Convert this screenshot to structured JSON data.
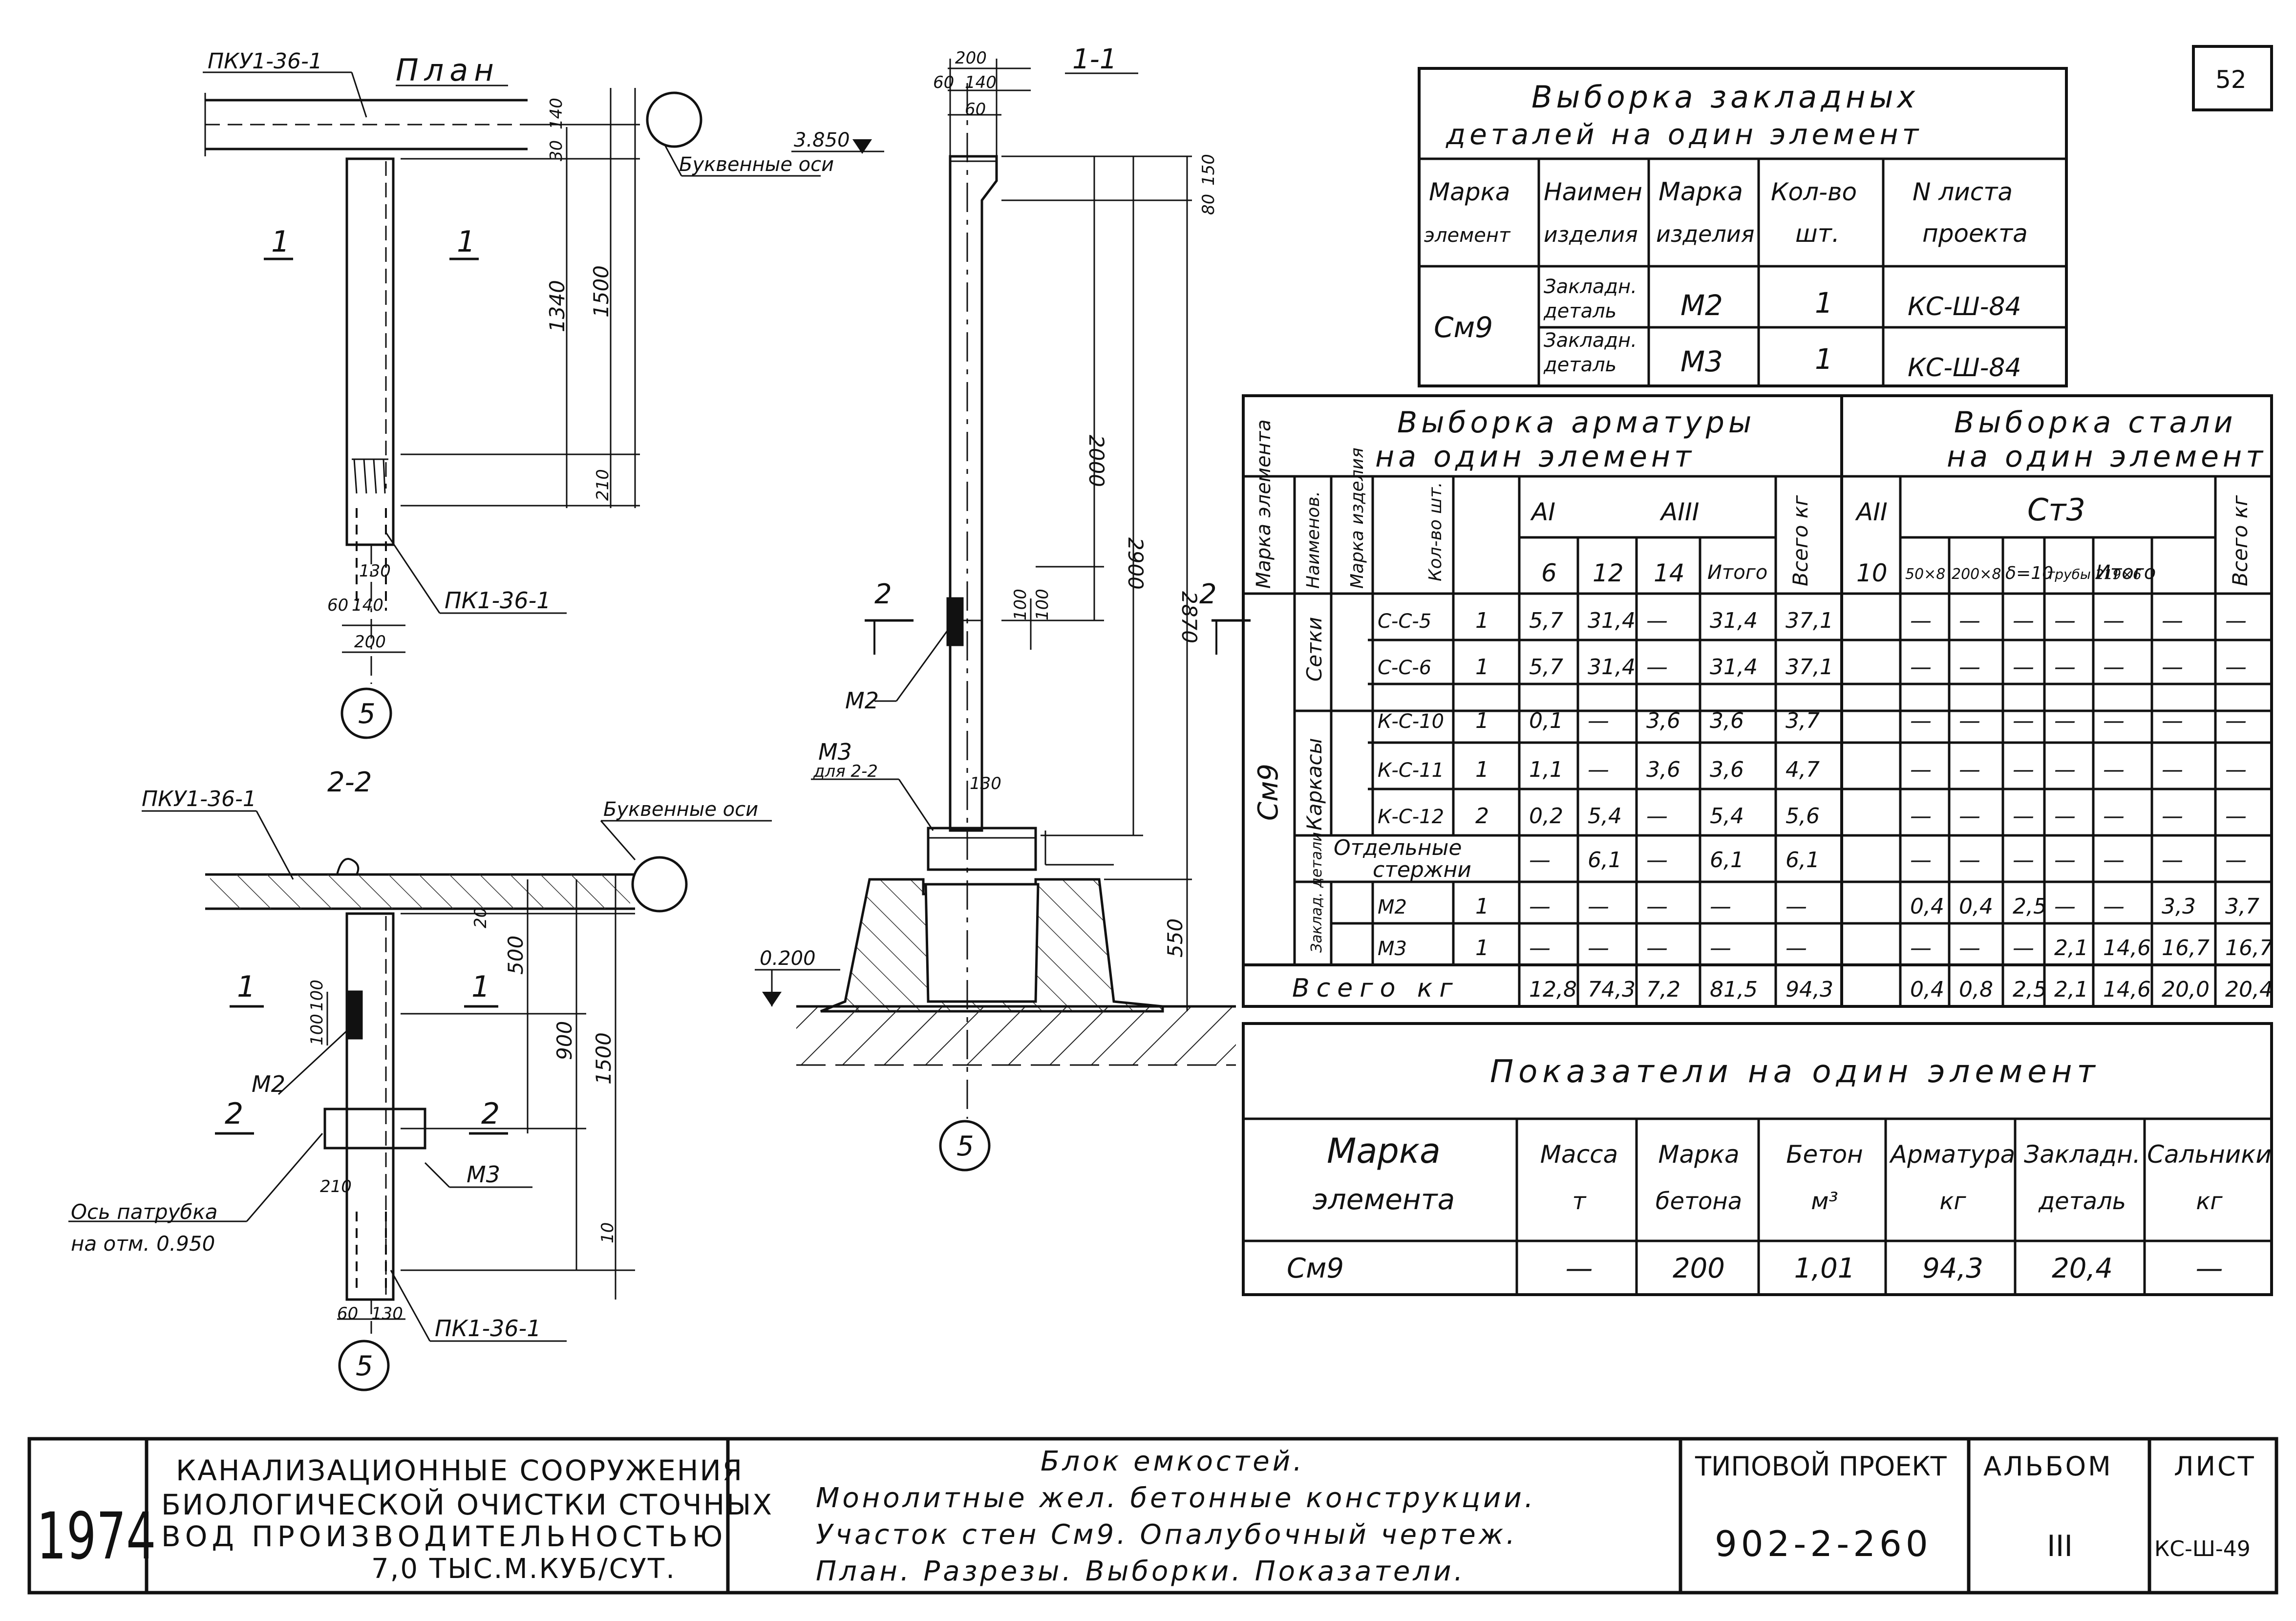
{
  "sheet": {
    "number": "52"
  },
  "drawings": {
    "plan": {
      "title": "План",
      "label_top": "ПКУ1-36-1",
      "label_bottom": "ПК1-36-1",
      "letter_axes": "Буквенные оси",
      "section_left": "1",
      "section_right": "1",
      "dims": [
        "30",
        "140",
        "1340",
        "1500",
        "210",
        "130",
        "60",
        "140",
        "200"
      ],
      "axis": "5"
    },
    "section22": {
      "title": "2-2",
      "label_top": "ПКУ1-36-1",
      "label_bottom": "ПК1-36-1",
      "letter_axes": "Буквенные оси",
      "section_1": "1",
      "section_2": "2",
      "m2": "М2",
      "m3": "М3",
      "pipe_axis_1": "Ось патрубка",
      "pipe_axis_2": "на отм. 0.950",
      "dims": [
        "20",
        "500",
        "900",
        "1500",
        "100",
        "100",
        "210",
        "10",
        "60",
        "130"
      ],
      "axis": "5"
    },
    "section11": {
      "title": "1-1",
      "level_top": "3.850",
      "level_bottom": "0.200",
      "m2": "М2",
      "m3": "М3",
      "m3_note": "для 2-2",
      "section_2_left": "2",
      "section_2_right": "2",
      "dims": [
        "200",
        "60",
        "140",
        "60",
        "150",
        "80",
        "2000",
        "2900",
        "2870",
        "100",
        "100",
        "130",
        "550"
      ],
      "axis": "5"
    }
  },
  "embedded": {
    "title_1": "Выборка закладных",
    "title_2": "деталей на один элемент",
    "headers": [
      "Марка элемент",
      "Наимен изделия",
      "Марка изделия",
      "Кол-во шт.",
      "N листа проекта"
    ],
    "headers_split": [
      [
        "Марка",
        "элемент"
      ],
      [
        "Наимен",
        "изделия"
      ],
      [
        "Марка",
        "изделия"
      ],
      [
        "Кол-во",
        "шт."
      ],
      [
        "N листа",
        "проекта"
      ]
    ],
    "element": "См9",
    "rows": [
      {
        "name_1": "Закладн.",
        "name_2": "деталь",
        "mark": "М2",
        "qty": "1",
        "sheet": "КС-Ш-84"
      },
      {
        "name_1": "Закладн.",
        "name_2": "деталь",
        "mark": "М3",
        "qty": "1",
        "sheet": "КС-Ш-84"
      }
    ]
  },
  "rebar": {
    "title_left_1": "Выборка арматуры",
    "title_left_2": "на один элемент",
    "title_right_1": "Выборка стали",
    "title_right_2": "на один элемент",
    "head_vertical": [
      "Марка элемента",
      "Наименов.",
      "Марка изделия",
      "Кол-во шт."
    ],
    "group_a1": "АI",
    "group_a3": "АIII",
    "group_a2": "АII",
    "group_st3": "Ст3",
    "total_kg": "Всего кг",
    "sub": [
      "6",
      "12",
      "14",
      "Итого",
      "10",
      "50×8",
      "200×8",
      "δ=10",
      "трубы 219×6",
      "Итого"
    ],
    "element": "См9",
    "group_setki": "Сетки",
    "group_karkasy": "Каркасы",
    "group_zakl": "Заклад. детали",
    "separate_1": "Отдельные",
    "separate_2": "стержни",
    "rows": [
      {
        "mark": "С-С-5",
        "qty": "1",
        "v": [
          "5,7",
          "31,4",
          "—",
          "31,4",
          "37,1",
          "—",
          "—",
          "—",
          "—",
          "—",
          "—",
          "—"
        ]
      },
      {
        "mark": "С-С-6",
        "qty": "1",
        "v": [
          "5,7",
          "31,4",
          "—",
          "31,4",
          "37,1",
          "—",
          "—",
          "—",
          "—",
          "—",
          "—",
          "—"
        ]
      },
      {
        "mark": "К-С-10",
        "qty": "1",
        "v": [
          "0,1",
          "—",
          "3,6",
          "3,6",
          "3,7",
          "—",
          "—",
          "—",
          "—",
          "—",
          "—",
          "—"
        ]
      },
      {
        "mark": "К-С-11",
        "qty": "1",
        "v": [
          "1,1",
          "—",
          "3,6",
          "3,6",
          "4,7",
          "—",
          "—",
          "—",
          "—",
          "—",
          "—",
          "—"
        ]
      },
      {
        "mark": "К-С-12",
        "qty": "2",
        "v": [
          "0,2",
          "5,4",
          "—",
          "5,4",
          "5,6",
          "—",
          "—",
          "—",
          "—",
          "—",
          "—",
          "—"
        ]
      },
      {
        "mark": "",
        "qty": "",
        "v": [
          "—",
          "6,1",
          "—",
          "6,1",
          "6,1",
          "—",
          "—",
          "—",
          "—",
          "—",
          "—",
          "—"
        ]
      },
      {
        "mark": "М2",
        "qty": "1",
        "v": [
          "—",
          "—",
          "—",
          "—",
          "—",
          "0,4",
          "0,4",
          "2,5",
          "—",
          "—",
          "3,3",
          "3,7"
        ]
      },
      {
        "mark": "М3",
        "qty": "1",
        "v": [
          "—",
          "—",
          "—",
          "—",
          "—",
          "—",
          "—",
          "—",
          "2,1",
          "14,6",
          "16,7",
          "16,7"
        ]
      }
    ],
    "total_row": [
      "12,8",
      "74,3",
      "7,2",
      "81,5",
      "94,3",
      "0,4",
      "0,8",
      "2,5",
      "2,1",
      "14,6",
      "20,0",
      "20,4"
    ]
  },
  "indicators": {
    "title": "Показатели на один элемент",
    "headers": [
      [
        "Марка",
        "элемента"
      ],
      [
        "Масса",
        "т"
      ],
      [
        "Марка",
        "бетона"
      ],
      [
        "Бетон",
        "м³"
      ],
      [
        "Арматура",
        "кг"
      ],
      [
        "Закладн.",
        "деталь"
      ],
      [
        "Сальники",
        "кг"
      ]
    ],
    "row": [
      "См9",
      "—",
      "200",
      "1,01",
      "94,3",
      "20,4",
      "—"
    ]
  },
  "stamp": {
    "year": "1974",
    "org_1": "КАНАЛИЗАЦИОННЫЕ СООРУЖЕНИЯ",
    "org_2": "БИОЛОГИЧЕСКОЙ ОЧИСТКИ СТОЧНЫХ",
    "org_3": "ВОД ПРОИЗВОДИТЕЛЬНОСТЬЮ",
    "org_4": "7,0 ТЫС.М.КУБ/СУТ.",
    "desc_1": "Блок емкостей.",
    "desc_2": "Монолитные жел. бетонные конструкции.",
    "desc_3": "Участок стен См9. Опалубочный чертеж.",
    "desc_4": "План. Разрезы. Выборки. Показатели.",
    "project_label": "ТИПОВОЙ ПРОЕКТ",
    "project": "902-2-260",
    "album_label": "АЛЬБОМ",
    "album": "III",
    "sheet_label": "ЛИСТ",
    "sheet": "КС-Ш-49"
  }
}
